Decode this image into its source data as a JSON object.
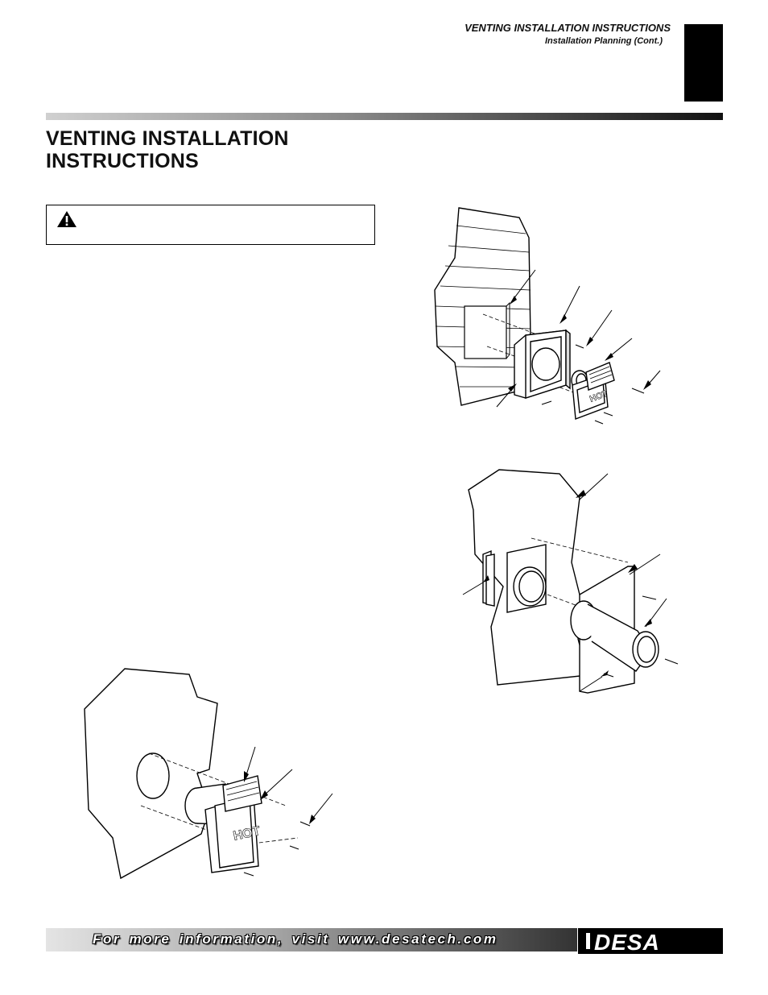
{
  "header": {
    "section_title": "VENTING INSTALLATION INSTRUCTIONS",
    "subsection": "Installation Planning (Cont.)"
  },
  "page_title": {
    "line1": "VENTING INSTALLATION",
    "line2": "INSTRUCTIONS"
  },
  "warning_icon": "warning-triangle-icon",
  "footer": {
    "text": "For more information, visit www.desatech.com",
    "logo_text": "DESA"
  },
  "figures": {
    "siding_figure": {
      "hood_label": "HOT"
    },
    "wall_figure": {
      "hood_label": "HOT"
    }
  }
}
